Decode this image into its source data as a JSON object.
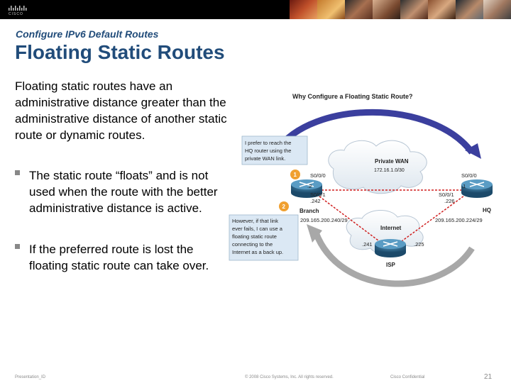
{
  "header": {
    "logo_text": "CISCO"
  },
  "slide": {
    "subtitle": "Configure IPv6 Default Routes",
    "title": "Floating Static Routes",
    "paragraph": "Floating static routes have an administrative distance greater than the administrative distance of another static route or dynamic routes.",
    "bullets": [
      "The static route “floats” and is not used when the route with the better administrative distance is active.",
      "If the preferred route is lost the floating static route can take over."
    ]
  },
  "diagram": {
    "title": "Why Configure a Floating Static Route?",
    "callout1": [
      "I prefer to reach the",
      "HQ router using the",
      "private WAN link."
    ],
    "callout2": [
      "However, if that link",
      "ever fails, I can use a",
      "floating static route",
      "connecting to the",
      "Internet as a back up."
    ],
    "badge1": "1",
    "badge2": "2",
    "cloud_private": "Private WAN",
    "private_net": "172.16.1.0/30",
    "cloud_internet": "Internet",
    "left_router_label": "Branch",
    "right_router_label": "HQ",
    "isp_label": "ISP",
    "branch_if1": "S0/0/0",
    "branch_if1_host": ".2",
    "branch_if2": "S0/0/1",
    "branch_if2_host": ".242",
    "branch_net": "209.165.200.240/29",
    "hq_if1": "S0/0/0",
    "hq_if1_host": ".1",
    "hq_if2": "S0/0/1",
    "hq_if2_host": ".226",
    "hq_net": "209.165.200.224/29",
    "isp_left": ".241",
    "isp_right": ".225"
  },
  "footer": {
    "left": "Presentation_ID",
    "center": "© 2008 Cisco Systems, Inc. All rights reserved.",
    "right": "Cisco Confidential",
    "page": "21"
  },
  "colors": {
    "title": "#214c7a",
    "arrow_blue": "#3b3f9e",
    "arrow_gray": "#9a9a9a",
    "callout_bg": "#dbe8f4",
    "badge": "#f0a030"
  }
}
